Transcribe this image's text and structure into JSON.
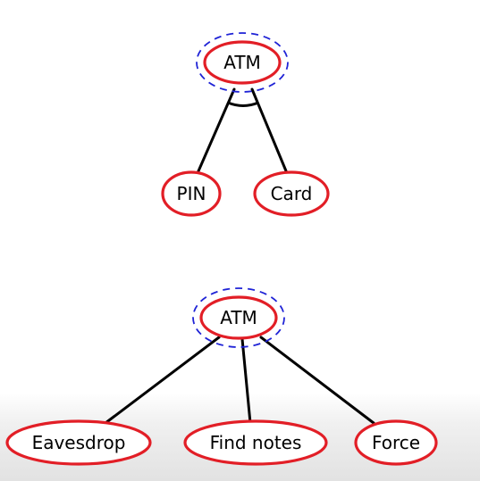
{
  "trees": [
    {
      "type": "AND",
      "root": {
        "label": "ATM"
      },
      "children": [
        {
          "label": "PIN"
        },
        {
          "label": "Card"
        }
      ]
    },
    {
      "type": "OR",
      "root": {
        "label": "ATM"
      },
      "children": [
        {
          "label": "Eavesdrop"
        },
        {
          "label": "Find notes"
        },
        {
          "label": "Force"
        }
      ]
    }
  ],
  "colors": {
    "node_border": "#e21e26",
    "root_halo": "#1f23d6",
    "edge": "#000000"
  }
}
